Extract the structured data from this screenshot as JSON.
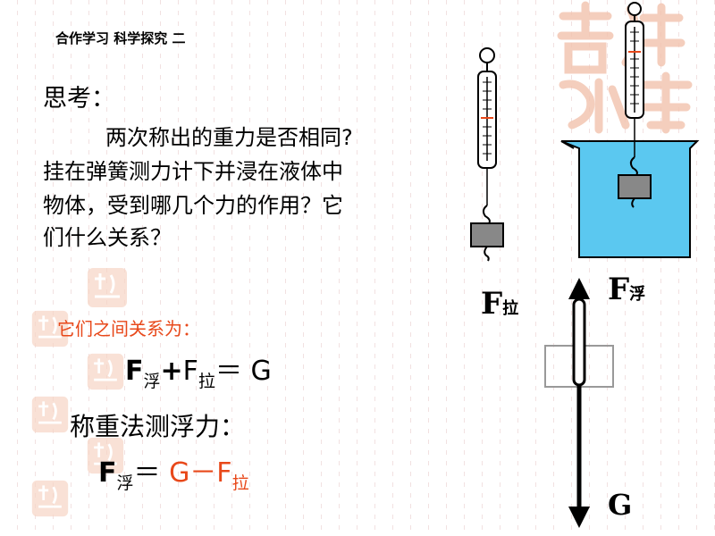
{
  "header": "合作学习 科学探究 二",
  "think": {
    "label": "思考：",
    "lines": [
      "两次称出的重力是否相同?",
      "挂在弹簧测力计下并浸在液体中",
      "物体，受到哪几个力的作用？它",
      "们什么关系？"
    ]
  },
  "relation": {
    "label": "它们之间关系为：",
    "F": "F",
    "sub_fu": "浮",
    "plus": "+",
    "sub_la": "拉",
    "equals": "＝",
    "G": "G"
  },
  "method": {
    "label": "称重法测浮力：",
    "F": "F",
    "sub_fu": "浮",
    "equals": "＝",
    "rhs": "G－F",
    "sub_la": "拉"
  },
  "diagram": {
    "label_pull_F": "F",
    "label_pull_sub": "拉",
    "label_buoy_F": "F",
    "label_buoy_sub": "浮",
    "label_gravity": "G"
  },
  "colors": {
    "accent": "#e8481a",
    "water": "#5bc8f0",
    "stamp": "#f3c0a8"
  }
}
